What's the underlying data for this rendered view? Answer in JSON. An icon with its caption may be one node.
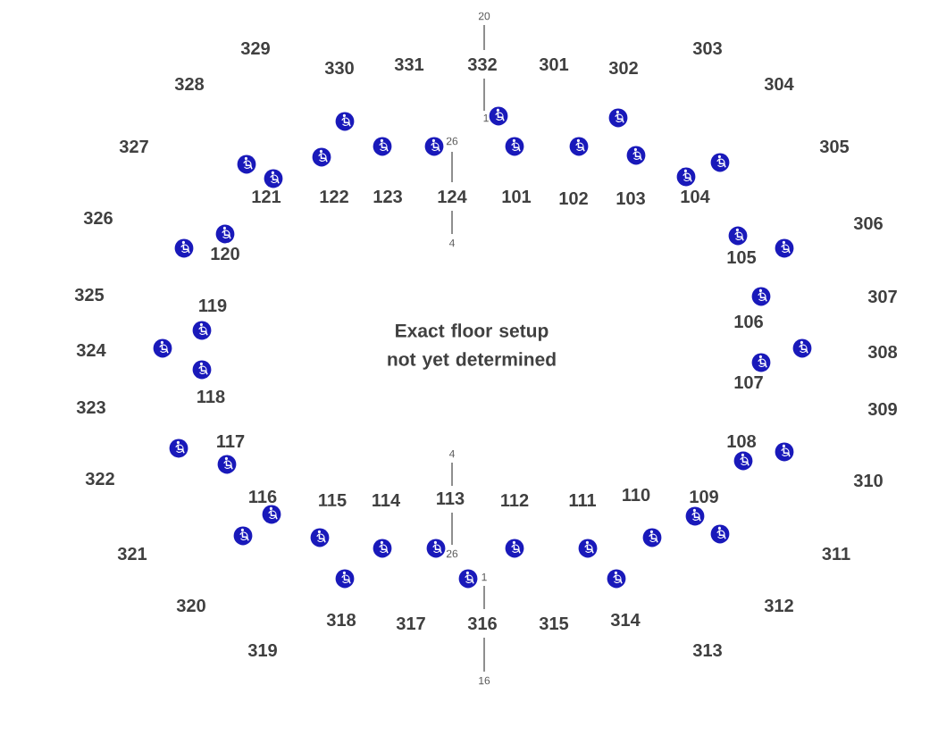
{
  "diagram": {
    "labels": [
      "20",
      "329",
      "303",
      "328",
      "330",
      "331",
      "332",
      "301",
      "302",
      "304",
      "1",
      "26",
      "327",
      "305",
      "121",
      "122",
      "123",
      "124",
      "101",
      "102",
      "103",
      "104",
      "326",
      "306",
      "4",
      "120",
      "105",
      "325",
      "307",
      "119",
      "106",
      "Exact floor setup not yet determined",
      "324",
      "308",
      "107",
      "118",
      "323",
      "309",
      "117",
      "108",
      "4",
      "322",
      "310",
      "116",
      "115",
      "114",
      "113",
      "112",
      "111",
      "110",
      "109",
      "26",
      "1",
      "321",
      "311",
      "320",
      "312",
      "318",
      "317",
      "316",
      "315",
      "314",
      "319",
      "313",
      "16"
    ]
  }
}
